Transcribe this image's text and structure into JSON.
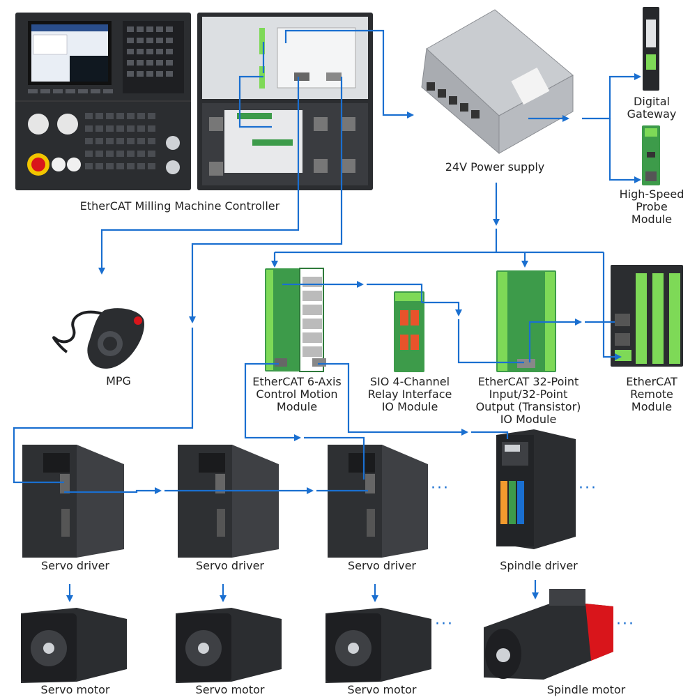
{
  "colors": {
    "wire": "#1a6fd0",
    "device_dark": "#2b2d30",
    "device_panel": "#cfd2d6",
    "pcb": "#3d9b4a",
    "terminal": "#7ed957",
    "relay": "#e8532b",
    "spindle_red": "#d9151b"
  },
  "labels": {
    "controller": "EtherCAT Milling Machine Controller",
    "power_supply": "24V Power supply",
    "digital_gateway": "Digital\nGateway",
    "probe_module": "High-Speed\nProbe\nModule",
    "mpg": "MPG",
    "motion_module": "EtherCAT 6-Axis\nControl Motion\nModule",
    "relay_module": "SIO 4-Channel\nRelay Interface\nIO Module",
    "io_module": "EtherCAT 32-Point\nInput/32-Point\nOutput (Transistor)\nIO Module",
    "remote_module": "EtherCAT\nRemote\nModule",
    "servo_driver_1": "Servo driver",
    "servo_driver_2": "Servo driver",
    "servo_driver_3": "Servo driver",
    "spindle_driver": "Spindle driver",
    "servo_motor_1": "Servo motor",
    "servo_motor_2": "Servo motor",
    "servo_motor_3": "Servo motor",
    "spindle_motor": "Spindle motor",
    "ellipsis": "···"
  },
  "icons": [
    "cnc-controller-icon",
    "power-supply-icon",
    "gateway-icon",
    "probe-icon",
    "mpg-icon",
    "motion-module-icon",
    "relay-module-icon",
    "io-module-icon",
    "remote-module-icon",
    "servo-driver-icon",
    "spindle-driver-icon",
    "servo-motor-icon",
    "spindle-motor-icon"
  ]
}
